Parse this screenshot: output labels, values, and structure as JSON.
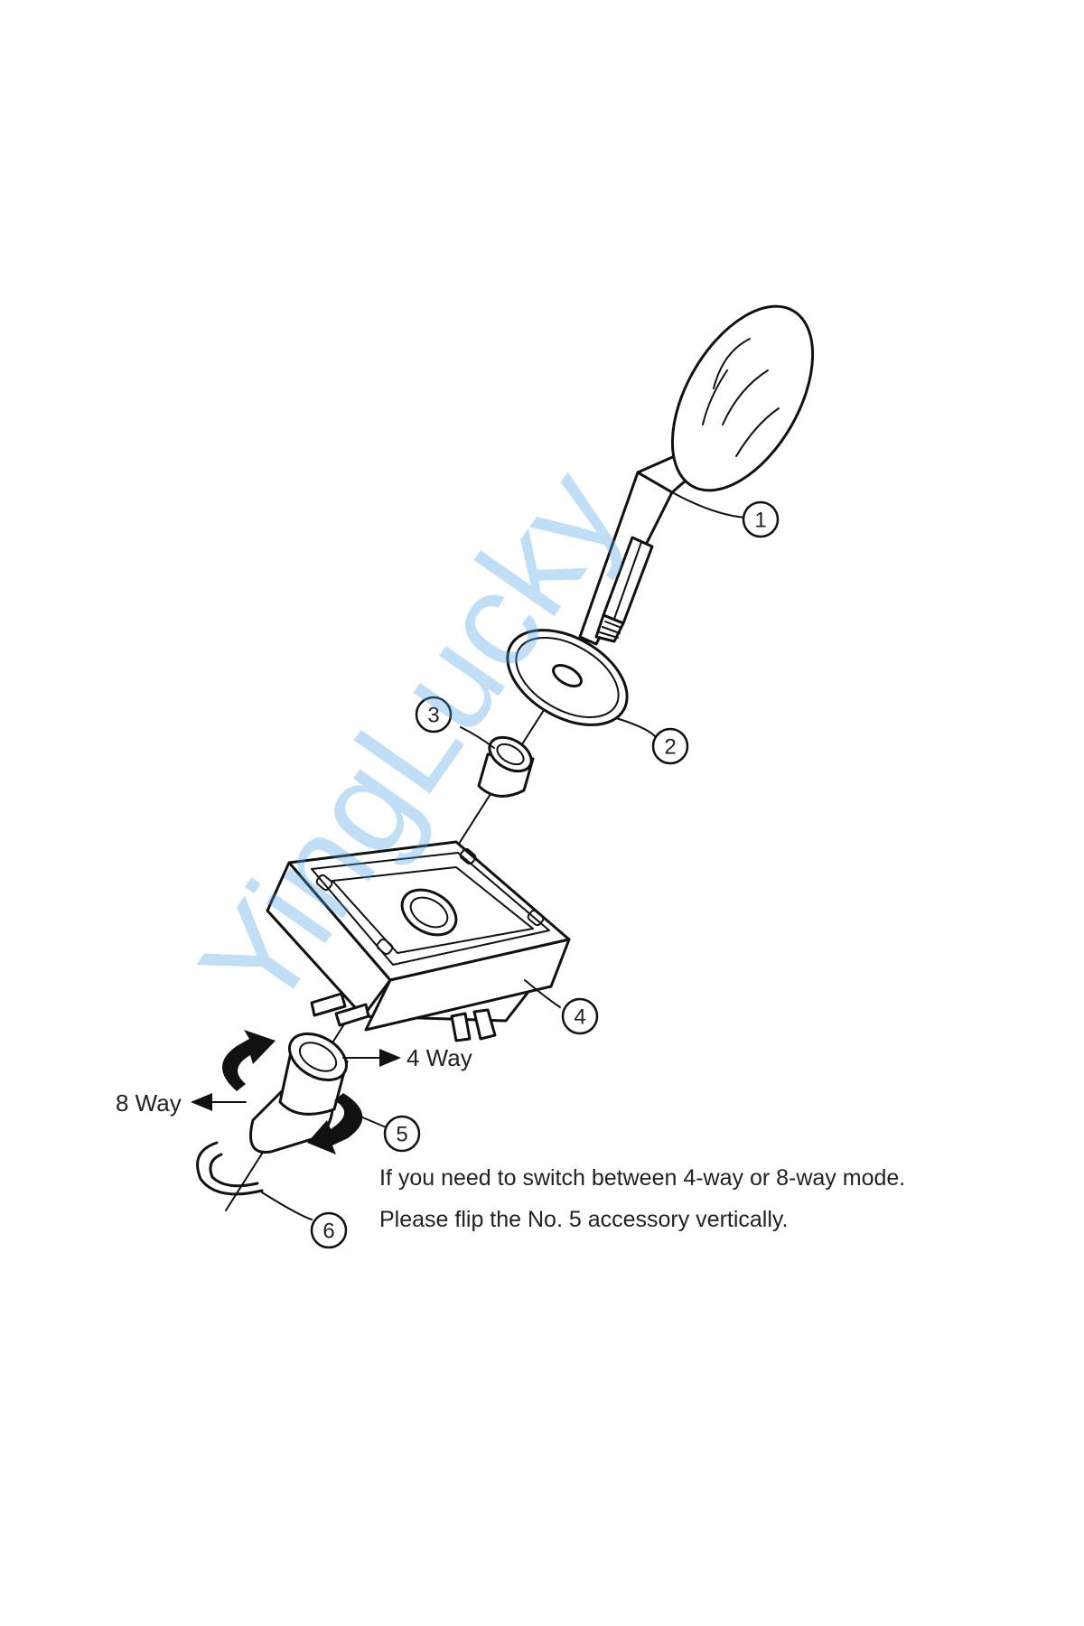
{
  "callouts": [
    "1",
    "2",
    "3",
    "4",
    "5",
    "6"
  ],
  "labels": {
    "four_way": "4 Way",
    "eight_way": "8 Way"
  },
  "note": {
    "line1": "If you need to switch between 4-way or 8-way mode.",
    "line2": "Please flip the No. 5 accessory vertically."
  },
  "watermark": "YingLucky",
  "colors": {
    "line": "#111111",
    "watermark": "#4aa3e8",
    "background": "#ffffff"
  },
  "icons": [
    "rotate-arrow-icon",
    "rotate-arrow-icon",
    "arrow-right-icon",
    "arrow-left-icon"
  ]
}
